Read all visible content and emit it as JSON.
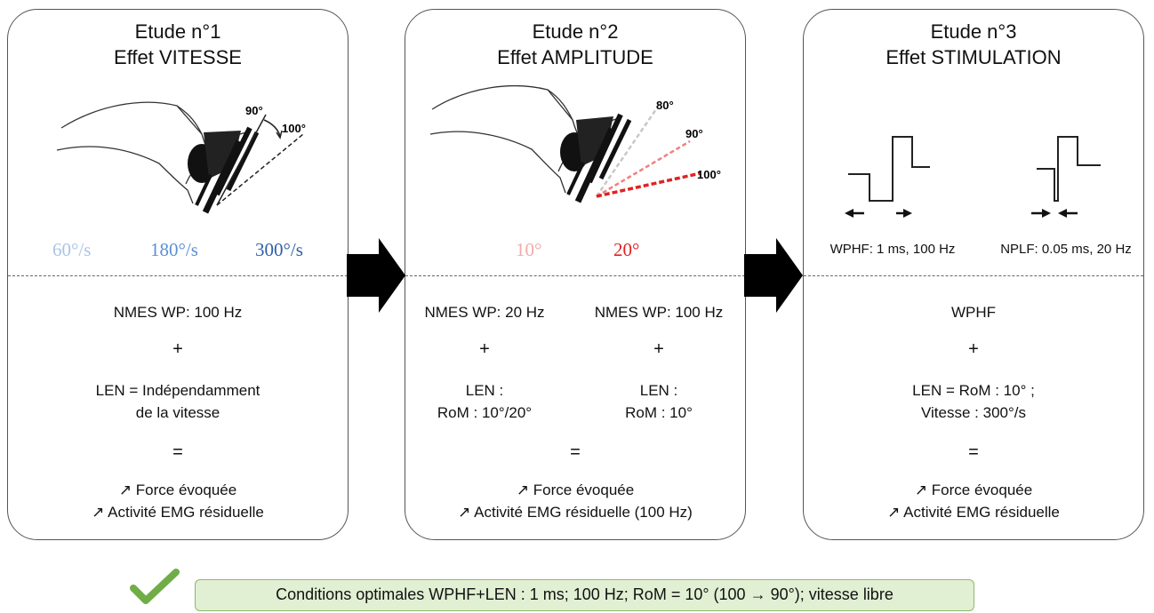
{
  "panels": [
    {
      "title_line1": "Etude n°1",
      "title_line2": "Effet VITESSE",
      "angle_a": "90°",
      "angle_b": "100°",
      "speeds": [
        {
          "label": "60°/s",
          "color": "#a9c4e8"
        },
        {
          "label": "180°/s",
          "color": "#5b8fd6"
        },
        {
          "label": "300°/s",
          "color": "#2f5ea8"
        }
      ],
      "nmes": "NMES WP: 100 Hz",
      "plus": "+",
      "len_line1": "LEN = Indépendamment",
      "len_line2": "de la vitesse",
      "equals": "=",
      "result_line1": "↗ Force évoquée",
      "result_line2": "↗ Activité EMG résiduelle"
    },
    {
      "title_line1": "Etude n°2",
      "title_line2": "Effet AMPLITUDE",
      "angle_80": "80°",
      "angle_90": "90°",
      "angle_100": "100°",
      "amplitudes": [
        {
          "label": "10°",
          "color": "#f2a9a9"
        },
        {
          "label": "20°",
          "color": "#e02222"
        }
      ],
      "left_col": {
        "nmes": "NMES WP: 20 Hz",
        "plus": "+",
        "len_line1": "LEN :",
        "len_line2": "RoM : 10°/20°"
      },
      "right_col": {
        "nmes": "NMES WP: 100 Hz",
        "plus": "+",
        "len_line1": "LEN :",
        "len_line2": "RoM : 10°"
      },
      "equals": "=",
      "result_line1": "↗ Force évoquée",
      "result_line2": "↗ Activité EMG résiduelle (100 Hz)"
    },
    {
      "title_line1": "Etude n°3",
      "title_line2": "Effet STIMULATION",
      "wave_left_label": "WPHF: 1 ms, 100 Hz",
      "wave_right_label": "NPLF: 0.05 ms, 20 Hz",
      "nmes": "WPHF",
      "plus": "+",
      "len_line1": "LEN = RoM : 10° ;",
      "len_line2": "Vitesse : 300°/s",
      "equals": "=",
      "result_line1": "↗ Force évoquée",
      "result_line2": "↗ Activité EMG résiduelle"
    }
  ],
  "conclusion": "Conditions optimales WPHF+LEN : 1 ms; 100 Hz; RoM = 10° (100 → 90°); vitesse libre",
  "colors": {
    "check": "#70ad47",
    "banner_bg": "#e1efd3",
    "banner_border": "#8db96a",
    "arrow": "#000000"
  }
}
